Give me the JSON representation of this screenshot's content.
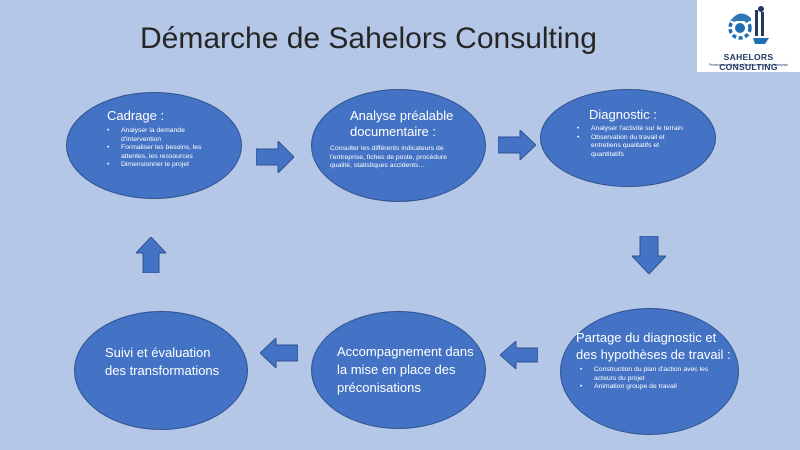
{
  "title": "Démarche de Sahelors Consulting",
  "logo": {
    "name": "SAHELORS CONSULTING",
    "tagline": "Performance, Qualité et Santé au service de l'entreprise"
  },
  "steps": [
    {
      "heading": "Cadrage :",
      "bullets": [
        "Analyser la demande d'intervention",
        "Formaliser les besoins, les attentes, les ressources",
        "Dimensionner le projet"
      ]
    },
    {
      "heading_lines": [
        "Analyse préalable",
        "documentaire :"
      ],
      "description": "Consulter les différents indicateurs de l'entreprise, fiches de poste, procédure qualité, statistiques accidents…"
    },
    {
      "heading": "Diagnostic :",
      "bullets": [
        "Analyser l'activité sur le terrain",
        "Observation du travail et entretiens qualitatifs et quantitatifs"
      ]
    },
    {
      "heading_lines": [
        "Partage du diagnostic et",
        "des hypothèses de travail :"
      ],
      "bullets": [
        "Construction du plan d'action avec les acteurs du projet",
        "Animation groupe de travail"
      ]
    },
    {
      "heading_lines": [
        "Accompagnement dans",
        "la mise en place des",
        "préconisations"
      ]
    },
    {
      "heading_lines": [
        "Suivi et évaluation",
        "des transformations"
      ]
    }
  ],
  "colors": {
    "background": "#b4c7e7",
    "node_fill": "#4472c4",
    "node_border": "#2f528f",
    "text": "#ffffff"
  }
}
